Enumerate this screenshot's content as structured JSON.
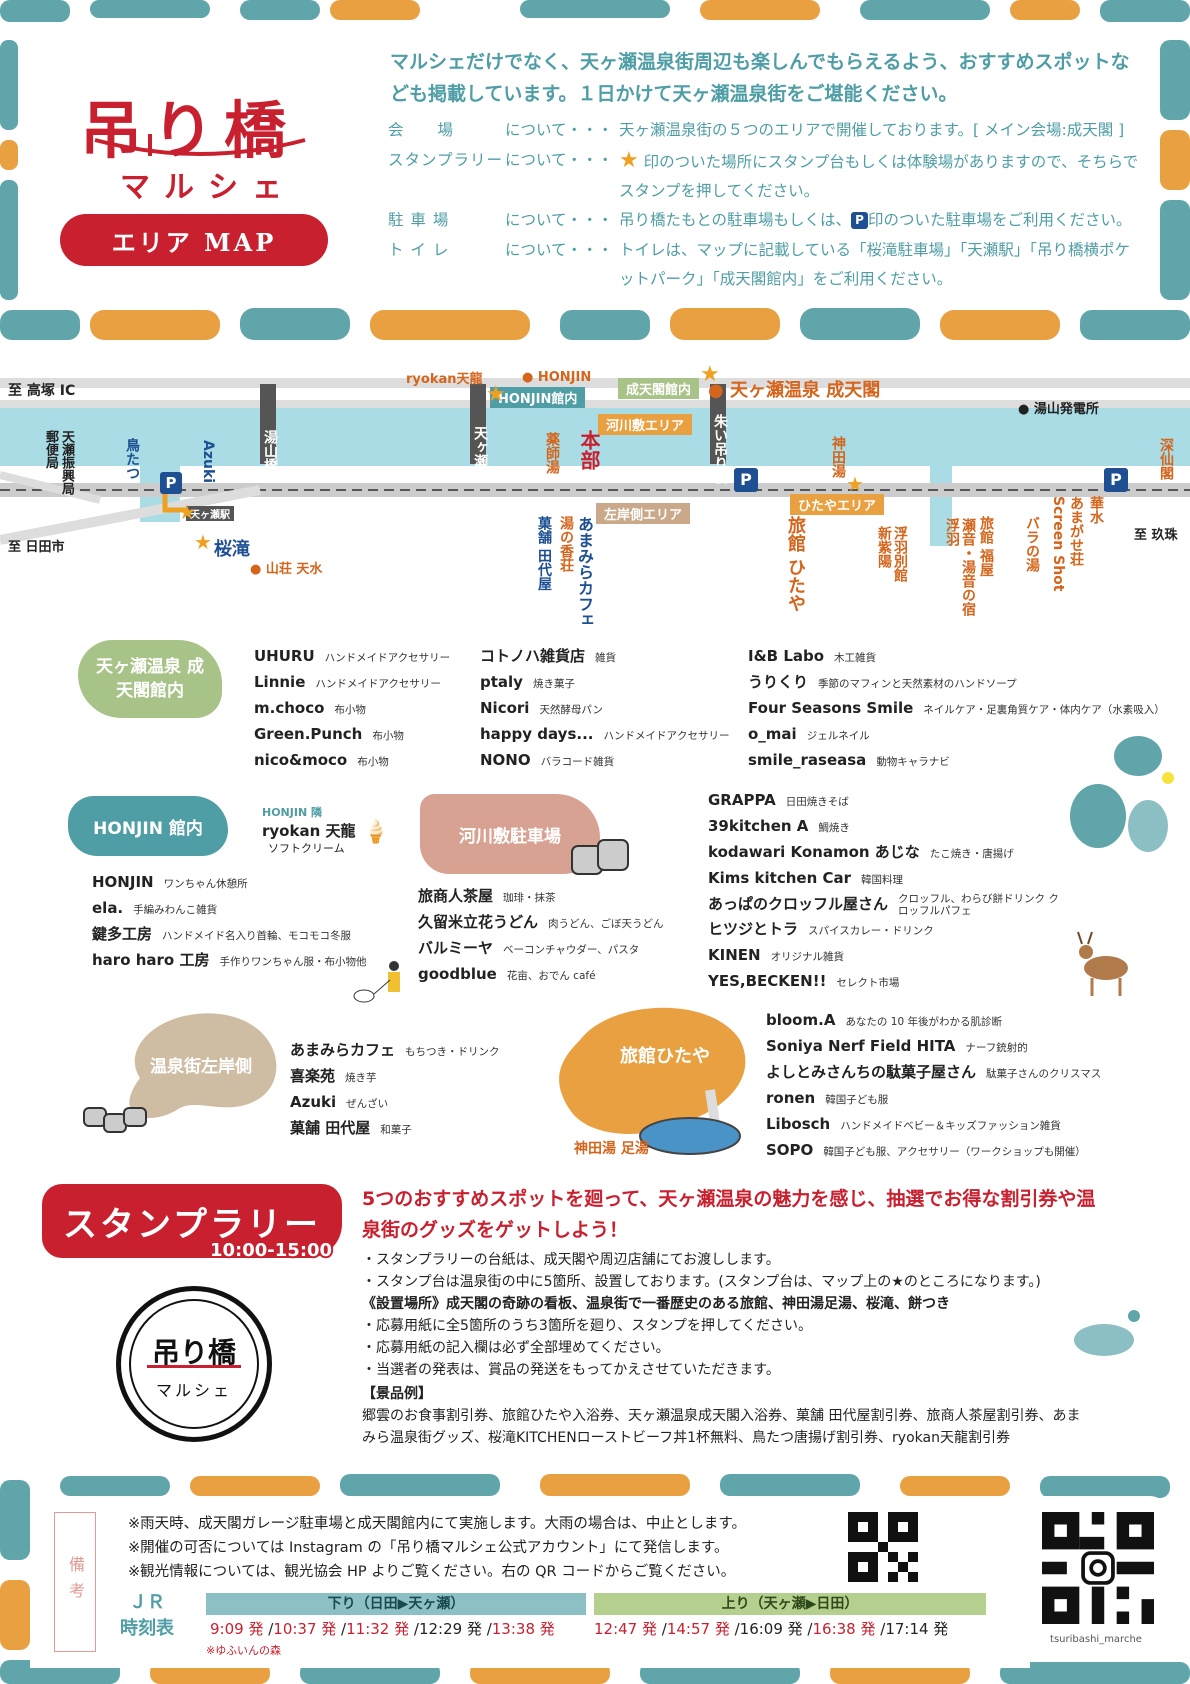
{
  "header": {
    "logo_title": "吊り橋",
    "logo_subtitle": "マルシェ",
    "area_map": "エリア MAP",
    "intro": "マルシェだけでなく、天ヶ瀬温泉街周辺も楽しんでもらえるよう、おすすめスポットなども掲載しています。１日かけて天ヶ瀬温泉街をご堪能ください。",
    "info": [
      {
        "label": "会　　場",
        "mid": "について・・・",
        "text": "天ヶ瀬温泉街の５つのエリアで開催しております。[ メイン会場:成天閣 ]"
      },
      {
        "label": "スタンプラリー",
        "mid": "について・・・",
        "text": "印のついた場所にスタンプ台もしくは体験場がありますので、そちらでスタンプを押してください。"
      },
      {
        "label": "駐 車 場",
        "mid": "について・・・",
        "text_pre": "吊り橋たもとの駐車場もしくは、",
        "text_post": "印のついた駐車場をご利用ください。"
      },
      {
        "label": "ト イ レ",
        "mid": "について・・・",
        "text": "トイレは、マップに記載している「桜滝駐車場」「天瀬駅」「吊り橋横ポケットパーク」「成天閣館内」をご利用ください。"
      }
    ]
  },
  "map": {
    "to_takayama": "至 高塚 IC",
    "to_hita": "至 日田市",
    "to_kusu": "至 玖珠",
    "yuyama": "湯山発電所",
    "ryokan_tenryu": "ryokan天龍",
    "honjin": "HONJIN",
    "honjin_kannai": "HONJIN館内",
    "seitenkaku_kannai": "成天閣館内",
    "seitenkaku": "天ヶ瀬温泉 成天閣",
    "kawara_area": "河川敷エリア",
    "honbu": "本部",
    "sagan_area": "左岸側エリア",
    "hitaya_area": "ひたやエリア",
    "tenze_station": "天ヶ瀬駅",
    "sakuradaki": "桜滝",
    "sanso_tensui": "山荘 天水",
    "post": "天瀬振興局郵便局",
    "toritatsu": "鳥たつ",
    "azuki": "Azuki",
    "yuyama_bridge": "湯山橋",
    "tenze_bridge": "天ヶ瀬橋",
    "yakushi": "薬師湯",
    "yunoka": "湯の香荘",
    "kashiho": "菓舗 田代屋",
    "amamira": "あまみらカフェ",
    "shuri_bridge": "朱い吊り橋",
    "kandayu": "神田湯",
    "ryokan_hitaya": "旅館 ひたや",
    "shinshiba": "新紫陽",
    "ukiyo": "浮羽別館",
    "ukiha": "浮羽",
    "seon": "瀬音・湯音の宿",
    "fukuya": "旅館 福屋",
    "bara": "バラの湯",
    "screen": "Screen Shot",
    "amagase_so": "あまがせ荘",
    "kasui": "華水",
    "misen": "深仙閣"
  },
  "sections": {
    "seitenkaku": {
      "title": "天ヶ瀬温泉 成天閣館内",
      "col1": [
        {
          "name": "UHURU",
          "desc": "ハンドメイドアクセサリー"
        },
        {
          "name": "Linnie",
          "desc": "ハンドメイドアクセサリー"
        },
        {
          "name": "m.choco",
          "desc": "布小物"
        },
        {
          "name": "Green.Punch",
          "desc": "布小物"
        },
        {
          "name": "nico&moco",
          "desc": "布小物"
        }
      ],
      "col2": [
        {
          "name": "コトノハ雑貨店",
          "desc": "雑貨"
        },
        {
          "name": "ptaly",
          "desc": "焼き菓子"
        },
        {
          "name": "Nicori",
          "desc": "天然酵母パン"
        },
        {
          "name": "happy days...",
          "desc": "ハンドメイドアクセサリー"
        },
        {
          "name": "NONO",
          "desc": "バラコード雑貨"
        }
      ],
      "col3": [
        {
          "name": "I&B Labo",
          "desc": "木工雑貨"
        },
        {
          "name": "うりくり",
          "desc": "季節のマフィンと天然素材のハンドソープ"
        },
        {
          "name": "Four Seasons Smile",
          "desc": "ネイルケア・足裏角質ケア・体内ケア（水素吸入）"
        },
        {
          "name": "o_mai",
          "desc": "ジェルネイル"
        },
        {
          "name": "smile_raseasa",
          "desc": "動物キャラナビ"
        }
      ]
    },
    "honjin": {
      "title": "HONJIN 館内",
      "side_tag": "HONJIN 隣",
      "side_name": "ryokan 天龍",
      "side_desc": "ソフトクリーム",
      "items": [
        {
          "name": "HONJIN",
          "desc": "ワンちゃん休憩所"
        },
        {
          "name": "ela.",
          "desc": "手編みわんこ雑貨"
        },
        {
          "name": "鍵多工房",
          "desc": "ハンドメイド名入り首輪、モコモコ冬服"
        },
        {
          "name": "haro haro 工房",
          "desc": "手作りワンちゃん服・布小物他"
        }
      ]
    },
    "kasenjiki": {
      "title": "河川敷駐車場",
      "items": [
        {
          "name": "旅商人茶屋",
          "desc": "珈琲・抹茶"
        },
        {
          "name": "久留米立花うどん",
          "desc": "肉うどん、ごぼ天うどん"
        },
        {
          "name": "バルミーヤ",
          "desc": "ベーコンチャウダー、パスタ"
        },
        {
          "name": "goodblue",
          "desc": "花亩、おでん café"
        }
      ],
      "items2": [
        {
          "name": "GRAPPA",
          "desc": "日田焼きそば"
        },
        {
          "name": "39kitchen A",
          "desc": "鯛焼き"
        },
        {
          "name": "kodawari Konamon あじな",
          "desc": "たこ焼き・唐揚げ"
        },
        {
          "name": "Kims kitchen Car",
          "desc": "韓国料理"
        },
        {
          "name": "あっぱのクロッフル屋さん",
          "desc": "クロッフル、わらび餅ドリンク クロッフルパフェ"
        },
        {
          "name": "ヒツジとトラ",
          "desc": "スパイスカレー・ドリンク"
        },
        {
          "name": "KINEN",
          "desc": "オリジナル雑貨"
        },
        {
          "name": "YES,BECKEN!!",
          "desc": "セレクト市場"
        }
      ]
    },
    "sagan": {
      "title": "温泉街左岸側",
      "items": [
        {
          "name": "あまみらカフェ",
          "desc": "もちつき・ドリンク"
        },
        {
          "name": "喜楽苑",
          "desc": "焼き芋"
        },
        {
          "name": "Azuki",
          "desc": "ぜんざい"
        },
        {
          "name": "菓舗 田代屋",
          "desc": "和菓子"
        }
      ]
    },
    "hitaya": {
      "title": "旅館ひたや",
      "caption": "神田湯 足湯",
      "items": [
        {
          "name": "bloom.A",
          "desc": "あなたの 10 年後がわかる肌診断"
        },
        {
          "name": "Soniya Nerf Field HITA",
          "desc": "ナーフ銃射的"
        },
        {
          "name": "よしとみさんちの駄菓子屋さん",
          "desc": "駄菓子さんのクリスマス"
        },
        {
          "name": "ronen",
          "desc": "韓国子ども服"
        },
        {
          "name": "Libosch",
          "desc": "ハンドメイドベビー＆キッズファッション雑貨"
        },
        {
          "name": "SOPO",
          "desc": "韓国子ども服、アクセサリー（ワークショップも開催）"
        }
      ]
    }
  },
  "rally": {
    "title": "スタンプラリー",
    "time": "10:00-15:00",
    "logo_title": "吊り橋",
    "logo_sub": "マルシェ",
    "headline": "5つのおすすめスポットを廻って、天ヶ瀬温泉の魅力を感じ、抽選でお得な割引券や温泉街のグッズをゲットしよう！",
    "lines": [
      "・スタンプラリーの台紙は、成天閣や周辺店舗にてお渡しします。",
      "・スタンプ台は温泉街の中に5箇所、設置しております。(スタンプ台は、マップ上の★のところになります。)",
      "《設置場所》成天閣の奇跡の看板、温泉街で一番歴史のある旅館、神田湯足湯、桜滝、餅つき",
      "・応募用紙に全5箇所のうち3箇所を廻り、スタンプを押してください。",
      "・応募用紙の記入欄は必ず全部埋めてください。",
      "・当選者の発表は、賞品の発送をもってかえさせていただきます。"
    ],
    "prize_title": "【景品例】",
    "prizes": "郷雲のお食事割引券、旅館ひたや入浴券、天ヶ瀬温泉成天閣入浴券、菓舗 田代屋割引券、旅商人茶屋割引券、あまみら温泉街グッズ、桜滝KITCHENローストビーフ丼1杯無料、鳥たつ唐揚げ割引券、ryokan天龍割引券"
  },
  "footer": {
    "biko": "備考",
    "notes": [
      "※雨天時、成天閣ガレージ駐車場と成天閣館内にて実施します。大雨の場合は、中止とします。",
      "※開催の可否については Instagram の「吊り橋マルシェ公式アカウント」にて発信します。",
      "※観光情報については、観光協会 HP よりご覧ください。右の QR コードからご覧ください。"
    ],
    "jr1": "ＪＲ",
    "jr2": "時刻表",
    "down_title": "下り（日田▶天ヶ瀬）",
    "up_title": "上り（天ヶ瀬▶日田）",
    "down_times": [
      "9:09 発",
      "10:37 発",
      "11:32 発",
      "12:29 発",
      "13:38 発"
    ],
    "up_times": [
      "12:47 発",
      "14:57 発",
      "16:09 発",
      "16:38 発",
      "17:14 発"
    ],
    "yufuin": "※ゆふいんの森",
    "account": "tsuribashi_marche"
  },
  "colors": {
    "teal": "#4f9ea6",
    "red": "#c8202f",
    "orange": "#e8a040",
    "green": "#a8c387"
  }
}
